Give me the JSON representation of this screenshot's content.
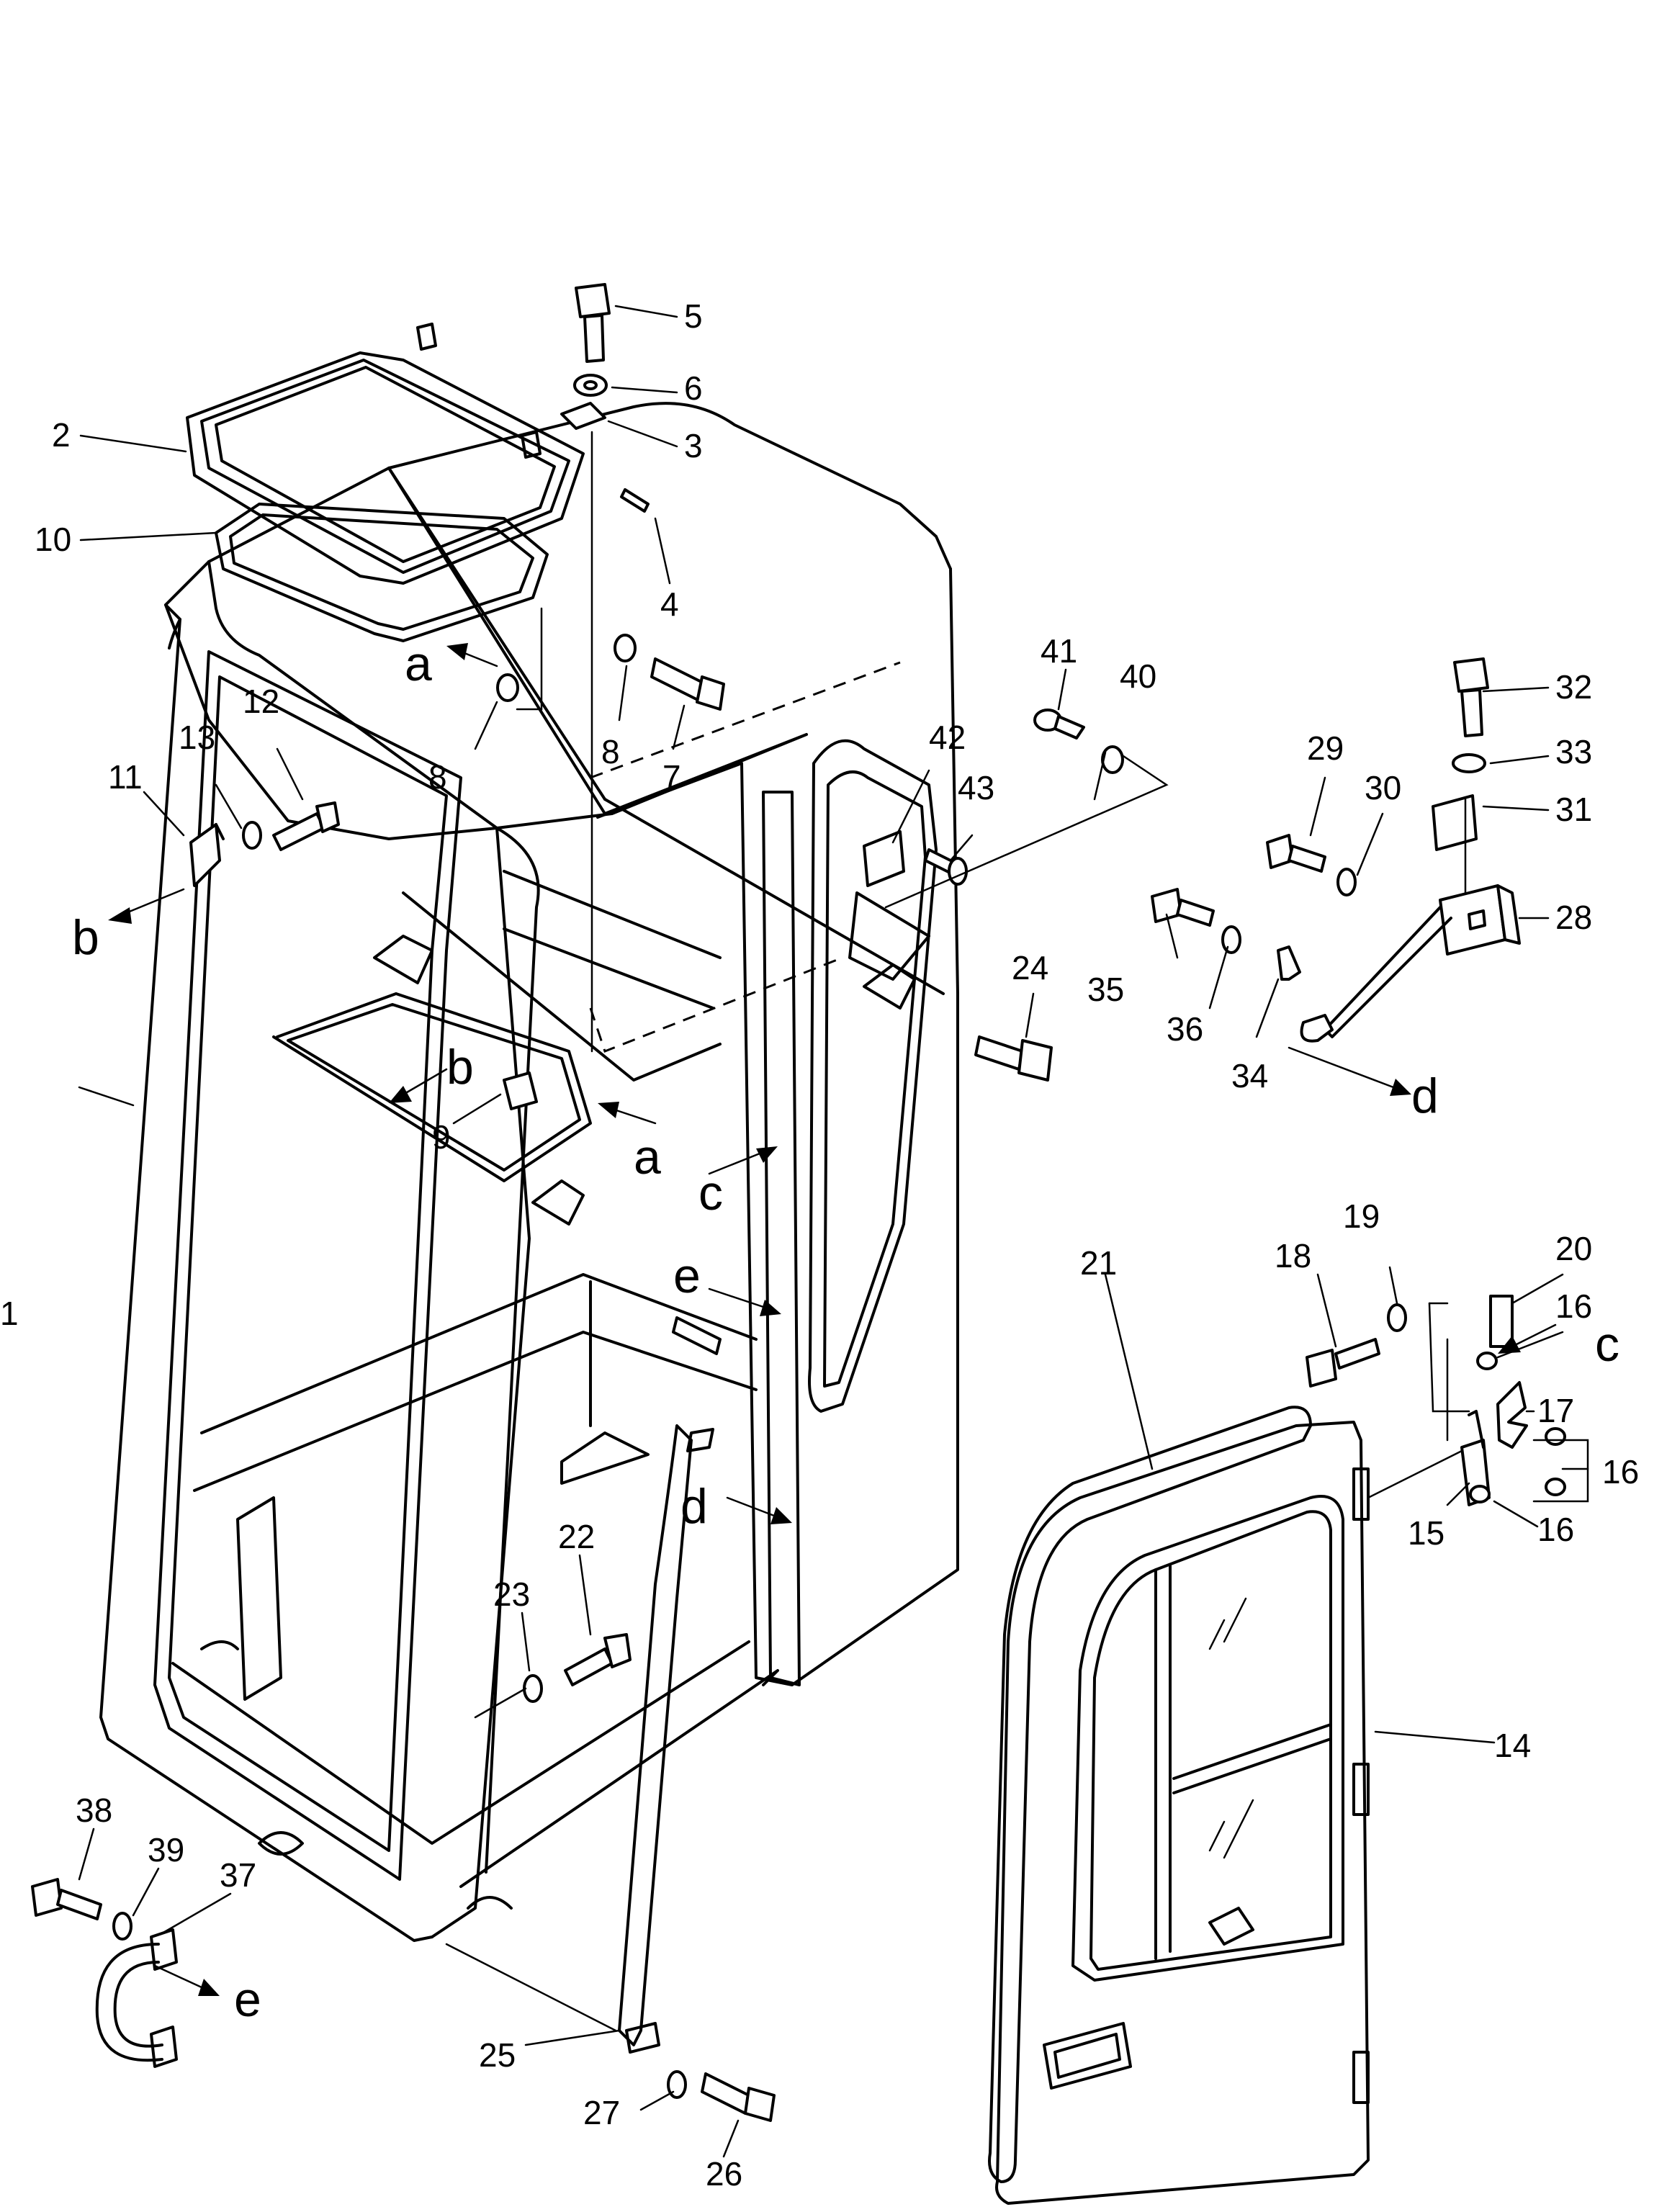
{
  "callouts": {
    "c1": "1",
    "c2": "2",
    "c3": "3",
    "c4": "4",
    "c5": "5",
    "c6": "6",
    "c7": "7",
    "c8a": "8",
    "c8b": "8",
    "c9": "9",
    "c10": "10",
    "c11": "11",
    "c12": "12",
    "c13": "13",
    "c14": "14",
    "c15": "15",
    "c16a": "16",
    "c16b": "16",
    "c16c": "16",
    "c17": "17",
    "c18": "18",
    "c19": "19",
    "c20": "20",
    "c21": "21",
    "c22": "22",
    "c23": "23",
    "c24": "24",
    "c25": "25",
    "c26": "26",
    "c27": "27",
    "c28": "28",
    "c29": "29",
    "c30": "30",
    "c31": "31",
    "c32": "32",
    "c33": "33",
    "c34": "34",
    "c35": "35",
    "c36": "36",
    "c37": "37",
    "c38": "38",
    "c39": "39",
    "c40": "40",
    "c41": "41",
    "c42": "42",
    "c43": "43"
  },
  "view_letters": {
    "a1": "a",
    "a2": "a",
    "b1": "b",
    "b2": "b",
    "c1": "c",
    "c2": "c",
    "d1": "d",
    "d2": "d",
    "e1": "e",
    "e2": "e"
  }
}
